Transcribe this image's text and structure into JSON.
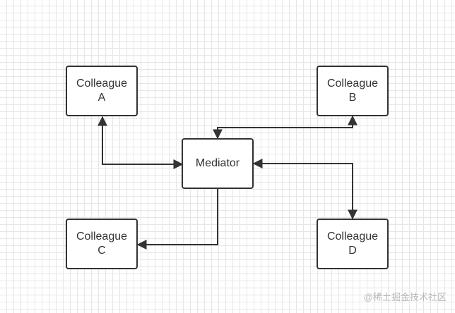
{
  "diagram": {
    "nodes": {
      "colleague_a": {
        "line1": "Colleague",
        "line2": "A"
      },
      "colleague_b": {
        "line1": "Colleague",
        "line2": "B"
      },
      "colleague_c": {
        "line1": "Colleague",
        "line2": "C"
      },
      "colleague_d": {
        "line1": "Colleague",
        "line2": "D"
      },
      "mediator": {
        "label": "Mediator"
      }
    },
    "edges": [
      {
        "from": "mediator",
        "to": "colleague_a",
        "bidirectional": true
      },
      {
        "from": "mediator",
        "to": "colleague_b",
        "bidirectional": true
      },
      {
        "from": "mediator",
        "to": "colleague_c",
        "bidirectional": false
      },
      {
        "from": "mediator",
        "to": "colleague_d",
        "bidirectional": true
      }
    ]
  },
  "watermark": "@稀土掘金技术社区",
  "colors": {
    "stroke": "#333333",
    "grid": "#e6e6e6",
    "watermark": "#b8b8b8"
  }
}
